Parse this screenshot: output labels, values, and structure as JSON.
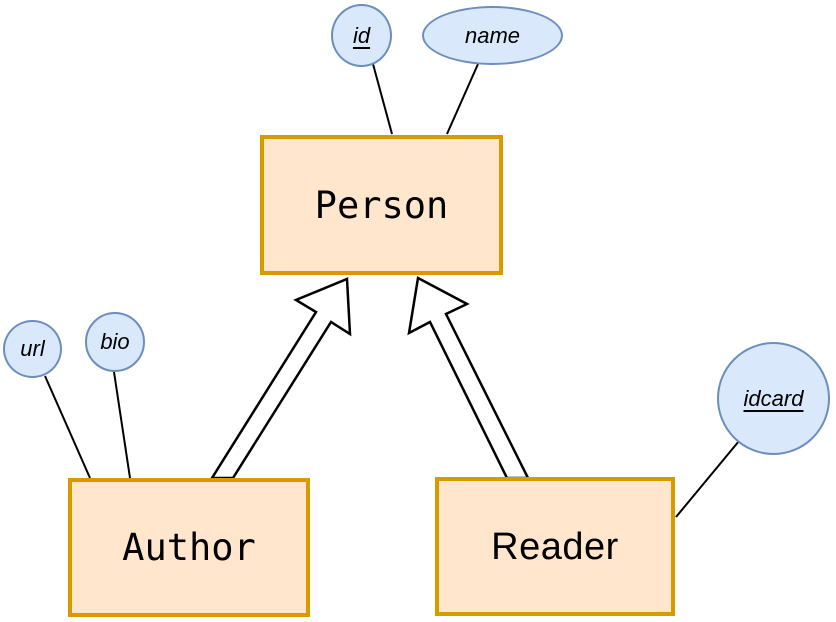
{
  "entities": {
    "person": {
      "label": "Person"
    },
    "author": {
      "label": "Author"
    },
    "reader": {
      "label": "Reader"
    }
  },
  "attributes": {
    "id": {
      "label": "id",
      "key": true,
      "entity": "Person"
    },
    "name": {
      "label": "name",
      "key": false,
      "entity": "Person"
    },
    "url": {
      "label": "url",
      "key": false,
      "entity": "Author"
    },
    "bio": {
      "label": "bio",
      "key": false,
      "entity": "Author"
    },
    "idcard": {
      "label": "idcard",
      "key": true,
      "entity": "Reader"
    }
  },
  "relationships": [
    {
      "type": "generalization",
      "from": "Author",
      "to": "Person"
    },
    {
      "type": "generalization",
      "from": "Reader",
      "to": "Person"
    }
  ],
  "colors": {
    "entity_fill": "#ffe6cc",
    "entity_border": "#d79b00",
    "attribute_fill": "#dae8fc",
    "attribute_border": "#6c8ebf",
    "connector": "#000000",
    "background": "#ffffff"
  }
}
